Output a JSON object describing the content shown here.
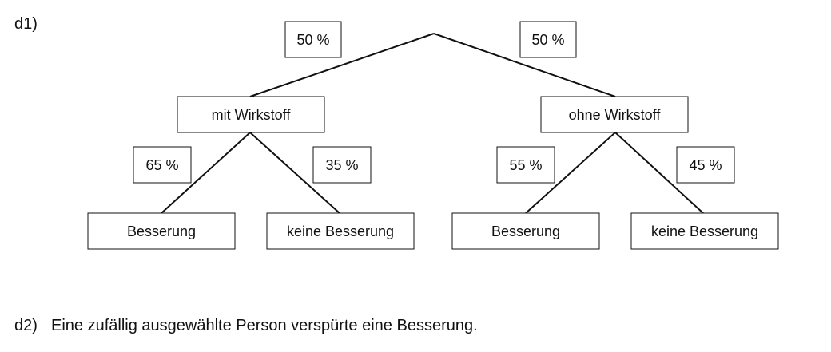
{
  "parts": {
    "d1_label": "d1)",
    "d2_label": "d2)",
    "d2_text": "Eine zufällig ausgewählte Person verspürte eine Besserung."
  },
  "tree": {
    "level1": {
      "left": {
        "probability": "50 %",
        "label": "mit Wirkstoff"
      },
      "right": {
        "probability": "50 %",
        "label": "ohne Wirkstoff"
      }
    },
    "level2": {
      "left_left": {
        "probability": "65 %",
        "label": "Besserung"
      },
      "left_right": {
        "probability": "35 %",
        "label": "keine Besserung"
      },
      "right_left": {
        "probability": "55 %",
        "label": "Besserung"
      },
      "right_right": {
        "probability": "45 %",
        "label": "keine Besserung"
      }
    }
  }
}
